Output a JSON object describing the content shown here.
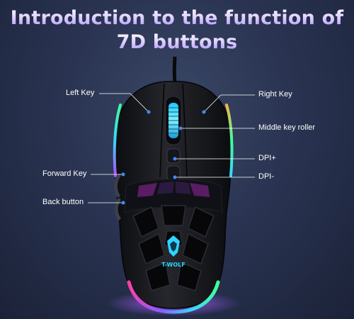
{
  "title": {
    "line1": "Introduction to the function of",
    "line2": "7D buttons"
  },
  "logo_text": "T-WOLF",
  "labels": {
    "left_key": "Left Key",
    "right_key": "Right Key",
    "middle_key_roller": "Middle key roller",
    "dpi_plus": "DPI+",
    "dpi_minus": "DPI-",
    "forward_key": "Forward Key",
    "back_button": "Back button"
  },
  "colors": {
    "accent_dot": "#3d8bff",
    "rgb_glow": [
      "#ff3fa8",
      "#8a5cff",
      "#38d6ff",
      "#3fff9a"
    ]
  }
}
